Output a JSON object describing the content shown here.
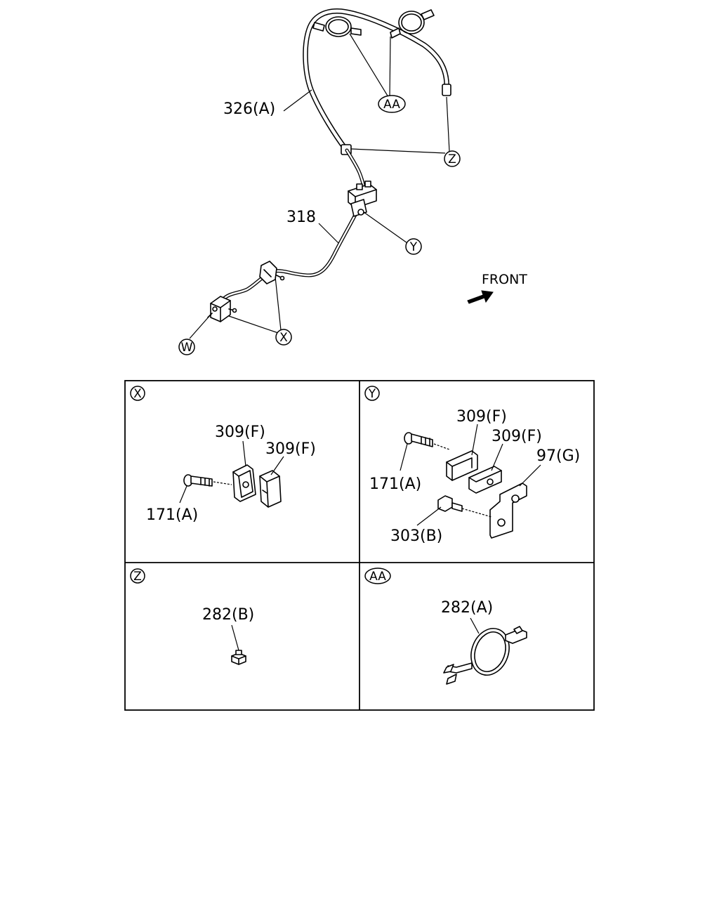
{
  "main": {
    "labels": {
      "hose_326a": "326(A)",
      "pipe_318": "318",
      "front": "FRONT"
    },
    "callouts": {
      "aa": "AA",
      "z": "Z",
      "y": "Y",
      "x": "X",
      "w": "W"
    }
  },
  "panels": {
    "x": {
      "tag": "X",
      "labels": {
        "clip_a": "309(F)",
        "clip_b": "309(F)",
        "bolt": "171(A)"
      }
    },
    "y": {
      "tag": "Y",
      "labels": {
        "clip_a": "309(F)",
        "clip_b": "309(F)",
        "bracket": "97(G)",
        "bolt_171": "171(A)",
        "bolt_303": "303(B)"
      }
    },
    "z": {
      "tag": "Z",
      "labels": {
        "clip": "282(B)"
      }
    },
    "aa": {
      "tag": "AA",
      "labels": {
        "clamp": "282(A)"
      }
    }
  }
}
